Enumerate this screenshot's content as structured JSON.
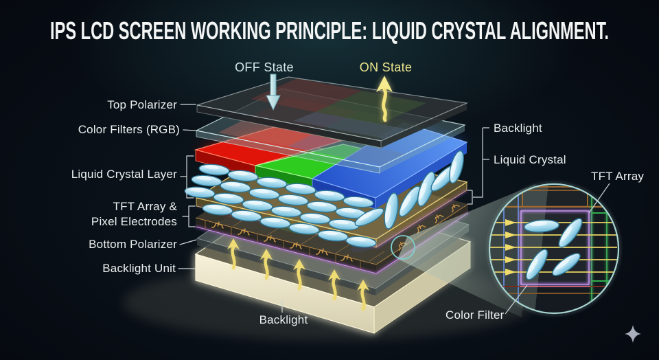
{
  "title": "IPS LCD SCREEN WORKING PRINCIPLE: LIQUID CRYSTAL ALIGNMENT.",
  "states": {
    "off": "OFF State",
    "on": "ON State"
  },
  "layer_labels": {
    "top_polarizer": "Top Polarizer",
    "color_filters": "Color Filters (RGB)",
    "liquid_crystal_layer": "Liquid Crystal Layer",
    "tft_array_line1": "TFT Array &",
    "tft_array_line2": "Pixel Electrodes",
    "bottom_polarizer": "Bottom Polarizer",
    "backlight_unit": "Backlight Unit"
  },
  "right_labels": {
    "backlight": "Backlight",
    "liquid_crystal": "Liquid Crystal"
  },
  "inset_labels": {
    "tft_array": "TFT Array",
    "color_filter": "Color Filter"
  },
  "bottom_label": "Backlight",
  "colors": {
    "background": "#0a101a",
    "title_text": "#f4f6f6",
    "label_text": "#edf1f1",
    "off_state_text": "#d3e9ea",
    "on_state_text": "#efe88f",
    "red_filter": "#e01408",
    "green_filter": "#2ecc1e",
    "blue_filter": "#2b66e8",
    "gold_glass": "#e8c96a",
    "tft_trace_orange": "#cf9a4a",
    "electrode_magenta": "#c06ae8",
    "liquid_crystal_cyan": "#9fd8ec",
    "backlight_cream": "#f2ecd2",
    "arrow_yellow": "#f0dc74",
    "arrow_cyan": "#c2e2e6",
    "inset_blue_line": "#4a7ae0",
    "inset_green_line": "#2fae4e",
    "inset_red_line": "#e23326",
    "inset_purple_line": "#b47ae8",
    "sparkle_grey": "#a8aebc"
  }
}
